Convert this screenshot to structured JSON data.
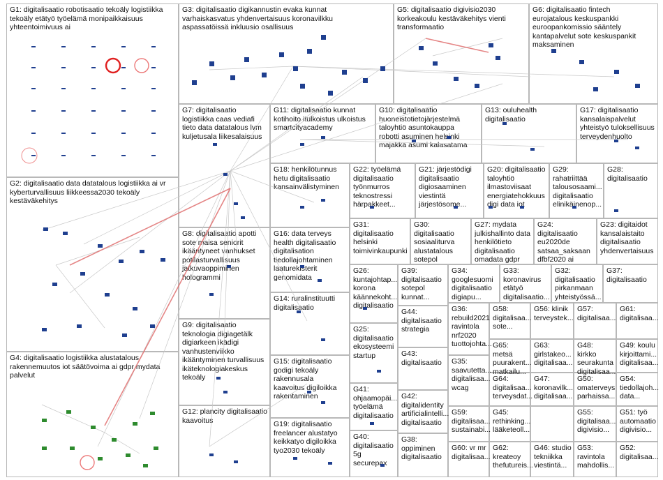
{
  "groups": [
    {
      "id": "G1",
      "label": "G1: digitalisaatio robotisaatio tekoäly logistiikka\ntekoäly etätyö työelämä monipaikkaisuus\nyhteentoimivuus ai"
    },
    {
      "id": "G2",
      "label": "G2: digitalisaatio data datatalous logistiikka ai vr\nkyberturvallisuus liikkeessa2030 tekoäly\nkestäväkehitys"
    },
    {
      "id": "G3",
      "label": "G3: digitalisaatio digikannustin evaka kunnat\nvarhaiskasvatus yhdenvertaisuus koronavilkku\naspassatöissä inkluusio osallisuus"
    },
    {
      "id": "G4",
      "label": "G4: digitalisaatio logistiikka alustatalous\nrakennemuutos iot säätövoima ai gdpr mydata\npalvelut"
    },
    {
      "id": "G5",
      "label": "G5: digitalisaatio digivisio2030\nkorkeakoulu kestäväkehitys vienti\ntransformaatio"
    },
    {
      "id": "G6",
      "label": "G6: digitalisaatio fintech\neurojatalous keskuspankki\neuroopankomissio sääntely\nkantapalvelut sote keskuspankit\nmaksaminen"
    },
    {
      "id": "G7",
      "label": "G7: digitalisaatio\nlogistiikka caas vediafi\ntieto data datatalous lvm\nkuljetusala liikesalaisuus"
    },
    {
      "id": "G8",
      "label": "G8: digitalisaatio apotti\nsote maisa seniorit\nikääntyneet vanhukset\npotilasturvallisuus\njatkuvaoppiminen\nhologrammi"
    },
    {
      "id": "G9",
      "label": "G9: digitalisaatio\nteknologia digiagetälk\ndigiarkeen ikädigi\nvanhustenviikko\nikääntyminen turvallisuus\nikäteknologiakeskus\ntekoäly"
    },
    {
      "id": "G10",
      "label": "G10: digitalisaatio\nhuoneistotietojärjestelmä\ntaloyhtiö asuntokauppa\nrobotti asuminen helsinki\nmajakka asumi kalasatama"
    },
    {
      "id": "G11",
      "label": "G11: digitalisaatio kunnat\nkotihoito itulkoistus ulkoistus\nsmartcityacademy"
    },
    {
      "id": "G12",
      "label": "G12: plancity digitalisaatio\nkaavoitus"
    },
    {
      "id": "G13",
      "label": "G13: ouluhealth\ndigitalisaatio"
    },
    {
      "id": "G14",
      "label": "G14: ruralinstituutti\ndigitalisaatio"
    },
    {
      "id": "G15",
      "label": "G15: digitalisaatio\ngodigi tekoäly\nrakennusala\nkaavoitus digiloikka\nrakentaminen"
    },
    {
      "id": "G16",
      "label": "G16: data terveys\nhealth digitalisaatio\ndigitalisation\ntiedollajohtaminen\nlaaturekisterit\ngenomidata"
    },
    {
      "id": "G17",
      "label": "G17: digitalisaatio\nkansalaispalvelut\nyhteistyö tuloksellisuus\nterveydenhuolto"
    },
    {
      "id": "G18",
      "label": "G18: henkilötunnus\nhetu digitalisaatio\nkansainvälistyminen"
    },
    {
      "id": "G19",
      "label": "G19: digitalisaatio\nfreelancer alustatyo\nkeikkatyo digiloikka\ntyo2030 tekoäly"
    },
    {
      "id": "G20",
      "label": "G20: digitalisaatio\ntaloyhtiö\nilmastoviisaat\nenergiatehokkuus\ndigi data iot"
    },
    {
      "id": "G21",
      "label": "G21: järjestödigi\ndigitalisaatio\ndigiosaaminen\nviestintä\njärjestösome..."
    },
    {
      "id": "G22",
      "label": "G22: työelämä\ndigitalisaatio\ntyönmurros\nteknostressi\nhärpakkeet..."
    },
    {
      "id": "G23",
      "label": "G23: digitaidot\nkansalaistaito\ndigitalisaatio\nyhdenvertaisuus"
    },
    {
      "id": "G24",
      "label": "G24:\ndigitalisaatio\neu2020de\nsatsaa_saksaan\ndfbf2020 ai"
    },
    {
      "id": "G25",
      "label": "G25:\ndigitalisaatio\nekosysteemi\nstartup"
    },
    {
      "id": "G26",
      "label": "G26:\nkuntajohtap...\nkorona\nkäännekoht...\ndigitalisaatio"
    },
    {
      "id": "G27",
      "label": "G27: mydata\njulkishallinto data\nhenkilötieto\ndigitalisaatio\nomadata gdpr"
    },
    {
      "id": "G28",
      "label": "G28:\ndigitalisaatio"
    },
    {
      "id": "G29",
      "label": "G29:\nrahatriittää\ntalousosaami...\ndigitalisaatio\nelinikäinenop..."
    },
    {
      "id": "G30",
      "label": "G30:\ndigitalisaatio\nsosiaaliturva\nalustatalous\nsotepol"
    },
    {
      "id": "G31",
      "label": "G31:\ndigitalisaatio\nhelsinki\ntoimivinkaupunki"
    },
    {
      "id": "G32",
      "label": "G32:\ndigitalisaatio\npirkanmaan\nyhteistyössä..."
    },
    {
      "id": "G33",
      "label": "G33:\nkoronavirus\netätyö\ndigitalisaatio..."
    },
    {
      "id": "G34",
      "label": "G34:\ngooglesuomi\ndigitalisaatio\ndigiapu..."
    },
    {
      "id": "G35",
      "label": "G35:\nsaavutetta...\ndigitalisaa...\nwcag"
    },
    {
      "id": "G36",
      "label": "G36:\nrebuild2021\nravintola\nnrf2020\ntuottojohta..."
    },
    {
      "id": "G37",
      "label": "G37:\ndigitalisaatio"
    },
    {
      "id": "G38",
      "label": "G38:\noppiminen\ndigitalisaatio"
    },
    {
      "id": "G39",
      "label": "G39:\ndigitalisaatio\nsotepol\nkunnat..."
    },
    {
      "id": "G40",
      "label": "G40:\ndigitalisaatio\n5g securepax"
    },
    {
      "id": "G41",
      "label": "G41:\nohjaamopäi...\ntyöelämä\ndigitalisaatio"
    },
    {
      "id": "G42",
      "label": "G42:\ndigitalidentity\nartificialintelli...\ndigitalisaatio"
    },
    {
      "id": "G43",
      "label": "G43:\ndigitalisaatio"
    },
    {
      "id": "G44",
      "label": "G44:\ndigitalisaatio\nstrategia"
    },
    {
      "id": "G45",
      "label": "G45:\nrethinking...\nlääketeoll..."
    },
    {
      "id": "G46",
      "label": "G46: studio\ntekniikka\nviestintä..."
    },
    {
      "id": "G47",
      "label": "G47:\nkoronavilk...\ndigitalisaa..."
    },
    {
      "id": "G48",
      "label": "G48: kirkko\nseurakunta\ndigitalisaa..."
    },
    {
      "id": "G49",
      "label": "G49: koulu\nkirjoittami...\ndigitalisaa..."
    },
    {
      "id": "G50",
      "label": "G50:\nomaterveys\nparhaissa..."
    },
    {
      "id": "G51",
      "label": "G51: työ\nautomaatio\ndigivisio..."
    },
    {
      "id": "G52",
      "label": "G52:\ndigitalisaa..."
    },
    {
      "id": "G53",
      "label": "G53:\nravintola\nmahdollis..."
    },
    {
      "id": "G54",
      "label": "G54:\ntiedollajoh...\ndata..."
    },
    {
      "id": "G55",
      "label": "G55:\ndigitalisaa...\ndigivisio..."
    },
    {
      "id": "G56",
      "label": "G56: klinik\nterveystek..."
    },
    {
      "id": "G57",
      "label": "G57:\ndigitalisaa..."
    },
    {
      "id": "G58",
      "label": "G58:\ndigitalisaa...\nsote..."
    },
    {
      "id": "G59",
      "label": "G59:\ndigitalisaa...\nsustainabi..."
    },
    {
      "id": "G60",
      "label": "G60: vr mr\ndigitalisaa..."
    },
    {
      "id": "G61",
      "label": "G61:\ndigitalisaa..."
    },
    {
      "id": "G62",
      "label": "G62:\nkreateoy\nthefutureis..."
    },
    {
      "id": "G63",
      "label": "G63:\ngirlstakeo...\ndigitalisaa..."
    },
    {
      "id": "G64",
      "label": "G64:\ndigitalisaa...\nterveysdat..."
    },
    {
      "id": "G65",
      "label": "G65: metsä\npuurakent...\nmatkailu..."
    }
  ],
  "colors": {
    "group_border": "#b8b8b8",
    "edge_default": "#c8c8c8",
    "edge_highlight": "#e07070",
    "node_marker": "#1f3f8f",
    "node_marker_green": "#2e8b2e",
    "self_loop": "#e02020"
  }
}
